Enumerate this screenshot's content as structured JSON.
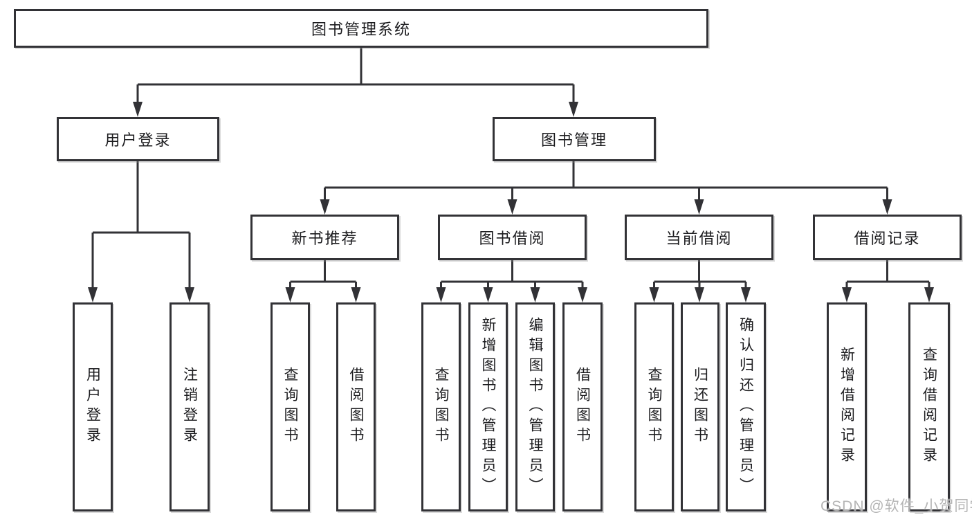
{
  "diagram": {
    "type": "tree",
    "root": {
      "label": "图书管理系统",
      "children": [
        {
          "label": "用户登录",
          "children": [
            {
              "label": "用户登录"
            },
            {
              "label": "注销登录"
            }
          ]
        },
        {
          "label": "图书管理",
          "children": [
            {
              "label": "新书推荐",
              "children": [
                {
                  "label": "查询图书"
                },
                {
                  "label": "借阅图书"
                }
              ]
            },
            {
              "label": "图书借阅",
              "children": [
                {
                  "label": "查询图书"
                },
                {
                  "label": "新增图书（管理员）"
                },
                {
                  "label": "编辑图书（管理员）"
                },
                {
                  "label": "借阅图书"
                }
              ]
            },
            {
              "label": "当前借阅",
              "children": [
                {
                  "label": "查询图书"
                },
                {
                  "label": "归还图书"
                },
                {
                  "label": "确认归还（管理员）"
                }
              ]
            },
            {
              "label": "借阅记录",
              "children": [
                {
                  "label": "新增借阅记录"
                },
                {
                  "label": "查询借阅记录"
                }
              ]
            }
          ]
        }
      ]
    },
    "colors": {
      "line": "#323236",
      "box_border": "#323236",
      "text": "#1c1c1f",
      "background": "#ffffff",
      "watermark": "#b5b5b5"
    }
  },
  "watermark": {
    "text": "CSDN @软件_小贺同学"
  }
}
